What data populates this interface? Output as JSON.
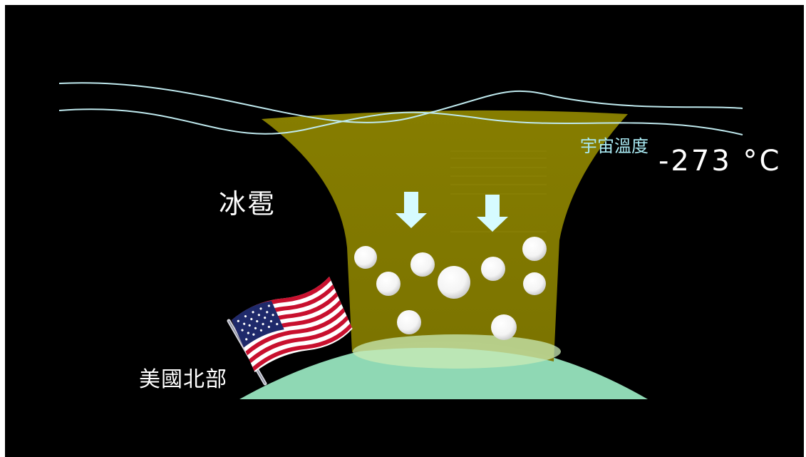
{
  "labels": {
    "hail": "冰雹",
    "region": "美國北部",
    "space_temperature_label": "宇宙溫度",
    "space_temperature_value": "-273 °C"
  },
  "colors": {
    "background": "#000000",
    "funnel": "#857c00",
    "ground": "#8fd8b4",
    "air_stream_lines": "#bfe9ee",
    "arrows": "#d6fbff",
    "hailstones": "#ffffff",
    "space_temperature_label": "#a9e9f2"
  },
  "icons": {
    "flag": "usa-flag-icon",
    "arrow": "arrow-down-icon",
    "hailstone": "hailstone-icon"
  }
}
